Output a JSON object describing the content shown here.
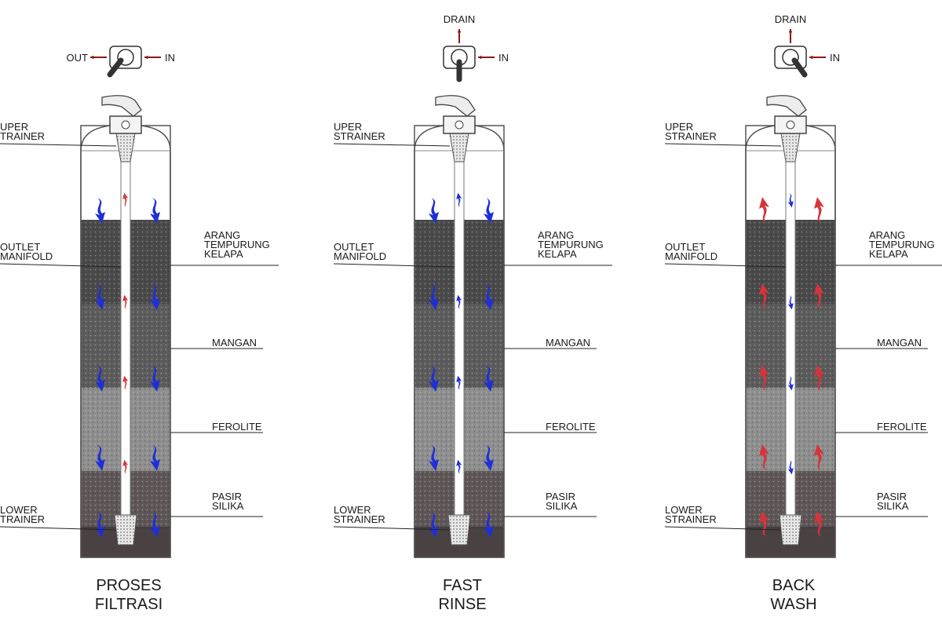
{
  "colors": {
    "downflow": "#1e2fd8",
    "upflow": "#d8333a",
    "valve_arrow": "#8b1a1a",
    "outline": "#555555"
  },
  "layers": [
    {
      "name": "ARANG TEMPURUNG KELAPA",
      "color": "#4a4a4a"
    },
    {
      "name": "MANGAN",
      "color": "#5c5c5c"
    },
    {
      "name": "FEROLITE",
      "color": "#8e8e8e"
    },
    {
      "name": "PASIR SILIKA",
      "color": "#5f5757"
    }
  ],
  "tanks": [
    {
      "caption": [
        "PROSES",
        "FILTRASI"
      ],
      "valve": {
        "out": "OUT",
        "in": "IN",
        "drain": ""
      },
      "labels": {
        "uper": [
          "UPER",
          "TRAINER"
        ],
        "outlet": [
          "OUTLET",
          "MANIFOLD"
        ],
        "lower": [
          "LOWER",
          "TRAINER"
        ],
        "arang": [
          "ARANG",
          "TEMPURUNG",
          "KELAPA"
        ],
        "mangan": "MANGAN",
        "ferolite": "FEROLITE",
        "pasir": [
          "PASIR",
          "SILIKA"
        ]
      },
      "flow": {
        "outer": "down",
        "pipe": "up"
      }
    },
    {
      "caption": [
        "FAST",
        "RINSE"
      ],
      "valve": {
        "out": "",
        "in": "IN",
        "drain": "DRAIN"
      },
      "labels": {
        "uper": [
          "UPER",
          "STRAINER"
        ],
        "outlet": [
          "OUTLET",
          "MANIFOLD"
        ],
        "lower": [
          "LOWER",
          "STRAINER"
        ],
        "arang": [
          "ARANG",
          "TEMPURUNG",
          "KELAPA"
        ],
        "mangan": "MANGAN",
        "ferolite": "FEROLITE",
        "pasir": [
          "PASIR",
          "SILIKA"
        ]
      },
      "flow": {
        "outer": "down",
        "pipe": "up"
      }
    },
    {
      "caption": [
        "BACK",
        "WASH"
      ],
      "valve": {
        "out": "",
        "in": "IN",
        "drain": "DRAIN"
      },
      "labels": {
        "uper": [
          "UPER",
          "STRAINER"
        ],
        "outlet": [
          "OUTLET",
          "MANIFOLD"
        ],
        "lower": [
          "LOWER",
          "STRAINER"
        ],
        "arang": [
          "ARANG",
          "TEMPURUNG",
          "KELAPA"
        ],
        "mangan": "MANGAN",
        "ferolite": "FEROLITE",
        "pasir": [
          "PASIR",
          "SILIKA"
        ]
      },
      "flow": {
        "outer": "up",
        "pipe": "down"
      }
    }
  ]
}
